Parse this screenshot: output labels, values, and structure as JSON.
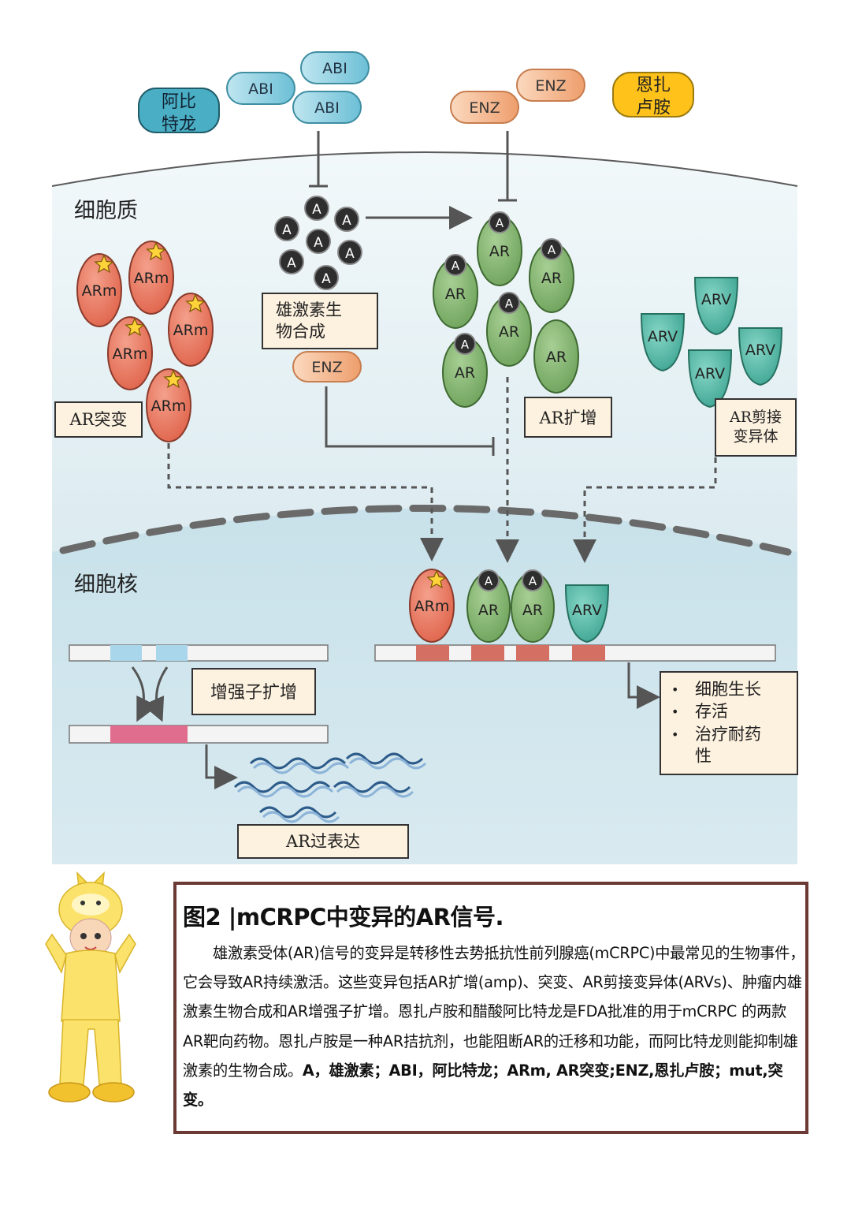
{
  "drugs": {
    "abiraterone": "阿比\n特龙",
    "abi": "ABI",
    "enz": "ENZ",
    "enzalutamide": "恩扎\n卢胺"
  },
  "labels": {
    "cytoplasm": "细胞质",
    "nucleus": "细胞核",
    "androgen": "A",
    "ar": "AR",
    "arm": "ARm",
    "arv": "ARV",
    "biosynthesis": "雄激素生\n物合成",
    "ar_mutation": "AR突变",
    "ar_amplification": "AR扩增",
    "ar_splice_variant": "AR剪接\n变异体",
    "enhancer_amplification": "增强子扩增",
    "ar_overexpression": "AR过表达"
  },
  "outcomes": [
    "细胞生长",
    "存活",
    "治疗耐药\n性"
  ],
  "caption": {
    "title": "图2 |mCRPC中变异的AR信号.",
    "body": "雄激素受体(AR)信号的变异是转移性去势抵抗性前列腺癌(mCRPC)中最常见的生物事件，它会导致AR持续激活。这些变异包括AR扩增(amp)、突变、AR剪接变异体(ARVs)、肿瘤内雄激素生物合成和AR增强子扩增。恩扎卢胺和醋酸阿比特龙是FDA批准的用于mCRPC 的两款AR靶向药物。恩扎卢胺是一种AR拮抗剂，也能阻断AR的迁移和功能，而阿比特龙则能抑制雄激素的生物合成。",
    "legend": "A，雄激素；ABI，阿比特龙；ARm, AR突变;ENZ,恩扎卢胺；mut,突变。"
  },
  "colors": {
    "abi": "#8fd0e0",
    "abiraterone": "#4aaec4",
    "enz": "#f1b78f",
    "enzalutamide": "#ffc21a",
    "arm": "#ec7a62",
    "ar": "#8fbf7c",
    "arv": "#5fc3b0",
    "androgen": "#333333",
    "cytoplasm": "#e8f2f5",
    "nucleus": "#cde4ec",
    "label_box": "#fdf1df",
    "caption_border": "#6b3a34"
  }
}
